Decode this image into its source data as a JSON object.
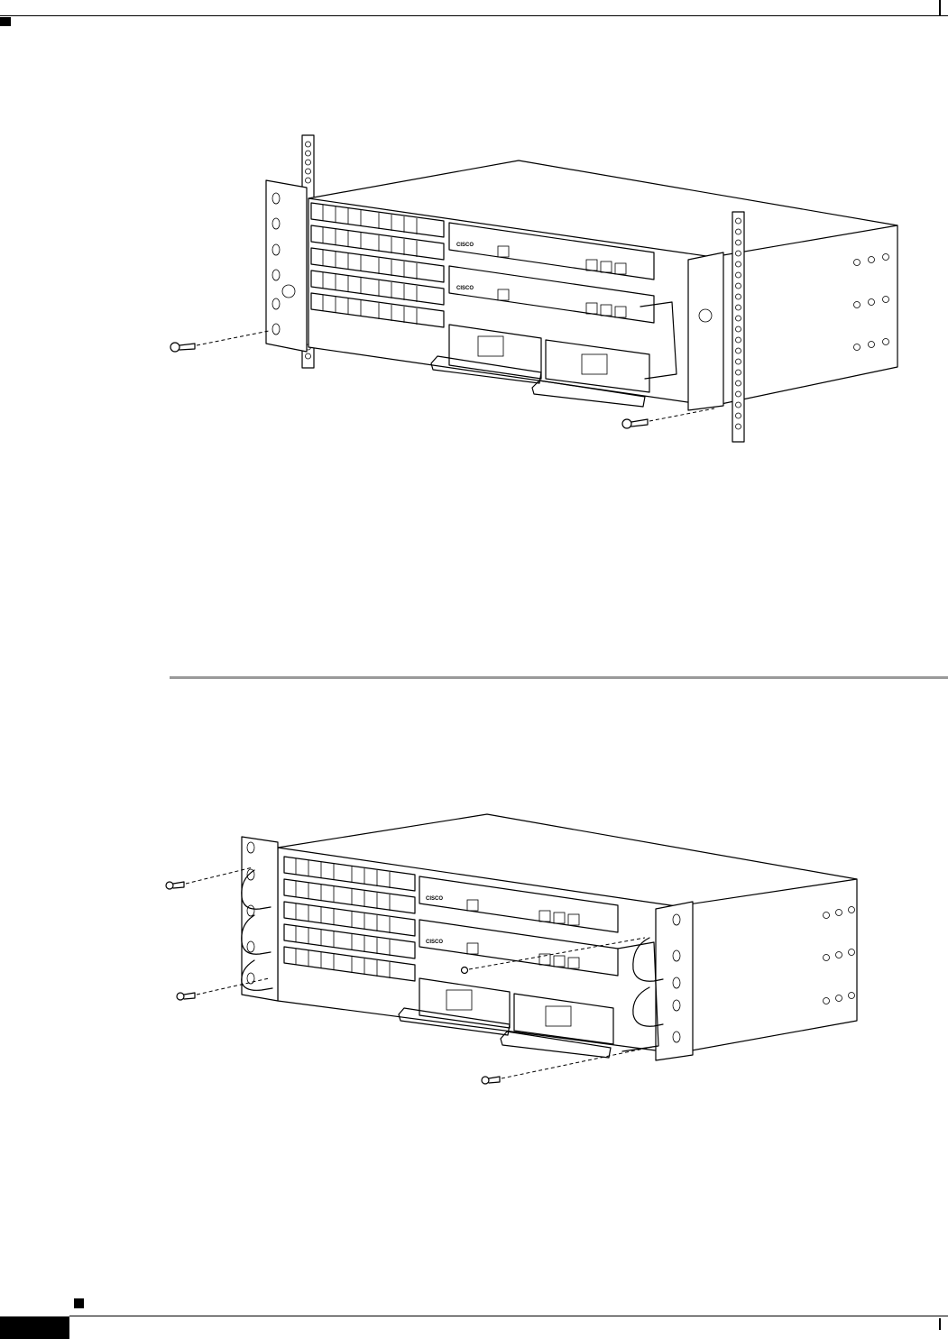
{
  "figures": [
    {
      "id": "fig-top",
      "logo_text": "CISCO"
    },
    {
      "id": "fig-bottom",
      "logo_text": "CISCO"
    }
  ]
}
